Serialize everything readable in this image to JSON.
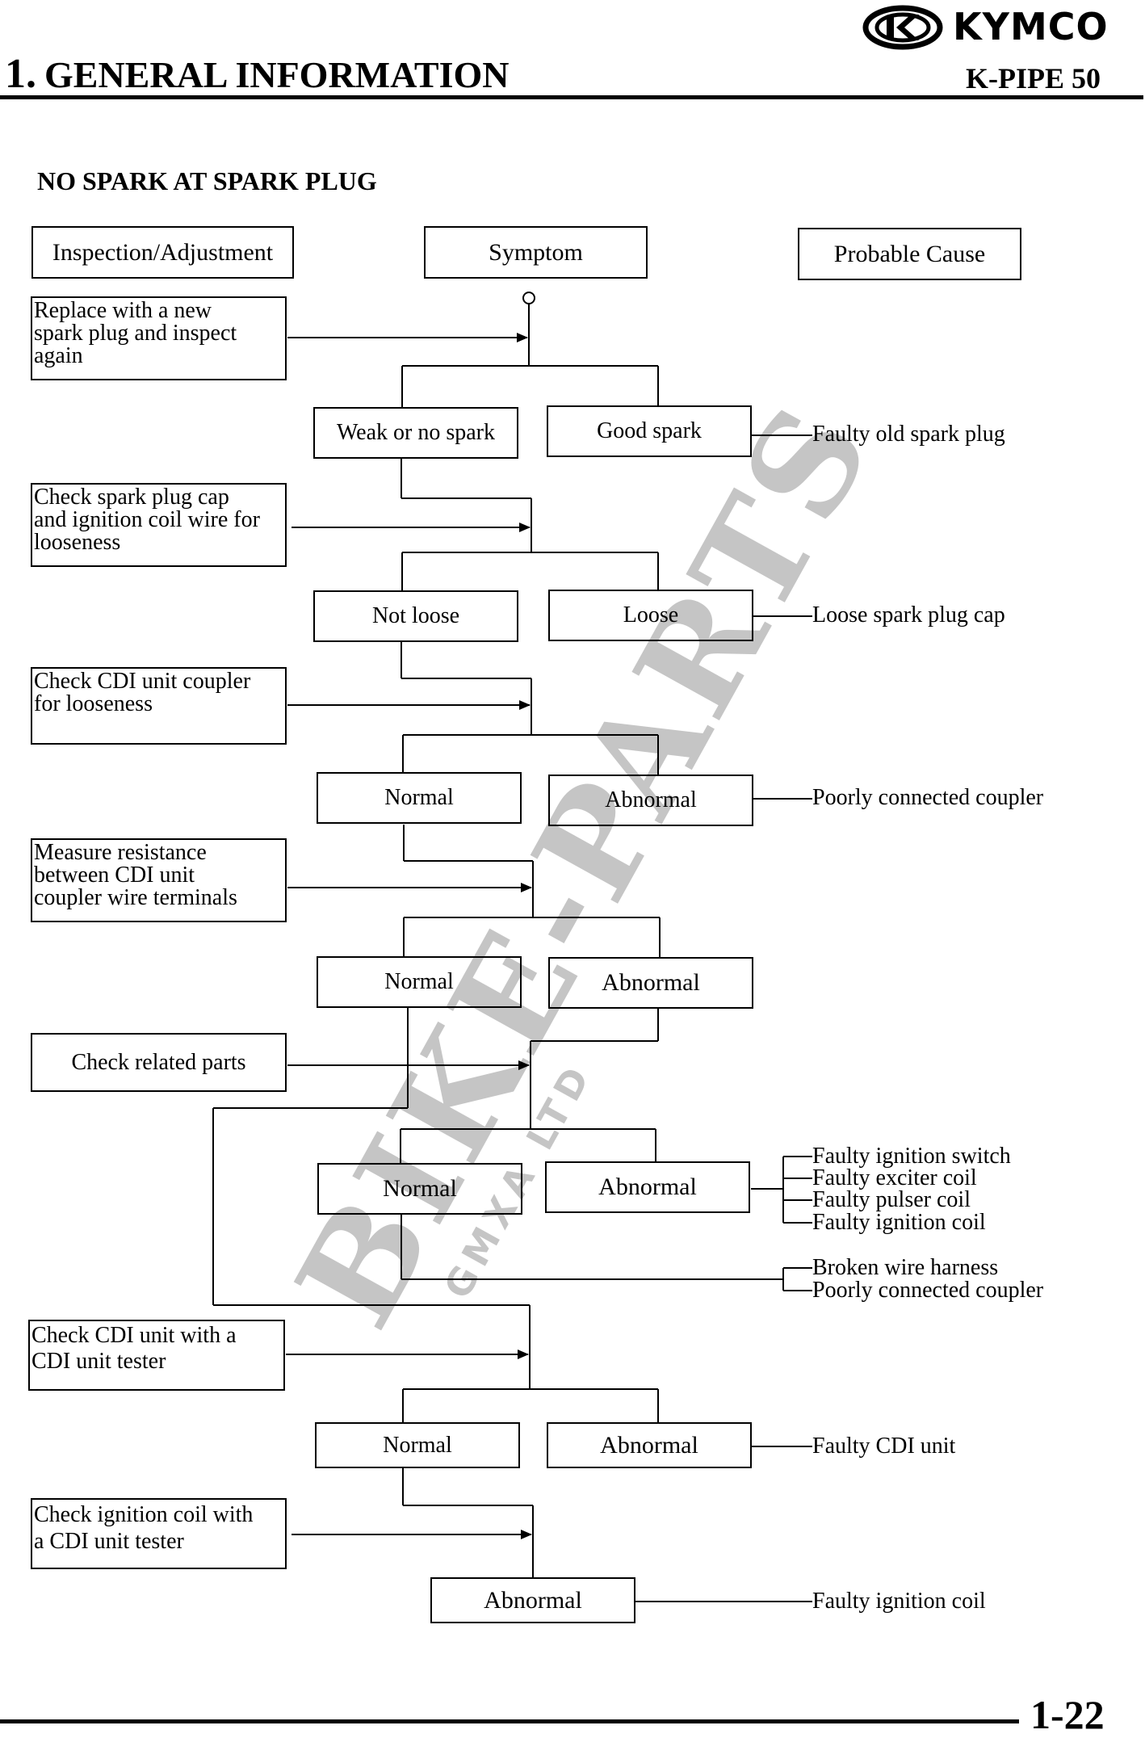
{
  "header": {
    "brand": "KYMCO",
    "chapter_number": "1.",
    "chapter_title": "GENERAL INFORMATION",
    "model": "K-PIPE 50"
  },
  "section_title": "NO SPARK AT SPARK PLUG",
  "columns": {
    "inspection": "Inspection/Adjustment",
    "symptom": "Symptom",
    "cause": "Probable Cause"
  },
  "steps": [
    {
      "inspection": "Replace with a new\nspark plug and inspect\nagain",
      "left": "Weak or no spark",
      "right": "Good spark",
      "causes": [
        "Faulty old spark plug"
      ]
    },
    {
      "inspection": "Check spark plug cap\nand ignition coil wire for\nlooseness",
      "left": "Not loose",
      "right": "Loose",
      "causes": [
        "Loose spark plug cap"
      ]
    },
    {
      "inspection": "Check CDI unit coupler\nfor looseness",
      "left": "Normal",
      "right": "Abnormal",
      "causes": [
        "Poorly connected coupler"
      ]
    },
    {
      "inspection": "Measure resistance\nbetween CDI unit\ncoupler wire terminals",
      "left": "Normal",
      "right": "Abnormal",
      "causes": []
    },
    {
      "inspection": "Check related parts",
      "left": "Normal",
      "right": "Abnormal",
      "causes": [
        "Faulty ignition switch",
        "Faulty exciter coil",
        "Faulty pulser coil",
        "Faulty ignition coil"
      ],
      "normal_causes": [
        "Broken wire harness",
        "Poorly connected coupler"
      ]
    },
    {
      "inspection": "Check CDI unit with a\nCDI unit tester",
      "left": "Normal",
      "right": "Abnormal",
      "causes": [
        "Faulty CDI unit"
      ]
    },
    {
      "inspection": "Check ignition coil with\na CDI unit tester",
      "final": "Abnormal",
      "causes": [
        "Faulty ignition coil"
      ]
    }
  ],
  "watermark": {
    "main": "BIKE-PARTS",
    "sub": "GMXA LTD"
  },
  "footer": {
    "page_number": "1-22"
  }
}
